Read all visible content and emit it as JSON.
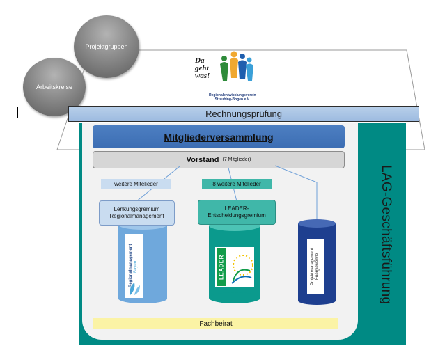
{
  "bubbles": {
    "projektgruppen": "Projektgruppen",
    "arbeitskreise": "Arbeitskreise"
  },
  "logo": {
    "slogan": [
      "Da",
      "geht",
      "was!"
    ],
    "org_line1": "Regionalentwicklungsverein",
    "org_line2": "Straubing-Bogen e.V."
  },
  "rechnungspruefung": "Rechnungsprüfung",
  "mitgliederversammlung": "Mitgliederversammlung",
  "vorstand": {
    "label": "Vorstand",
    "detail": "(7 Mitglieder)"
  },
  "lag_label": "LAG-Geschäftsführung",
  "tags": {
    "weitere": "weitere Mitelieder",
    "acht_weitere": "8 weitere Mitelieder"
  },
  "gremien": {
    "lenkung": [
      "Lenkungsgremium",
      "Regionalmanagement"
    ],
    "leader": [
      "LEADER-",
      "Entscheidungsgremium"
    ]
  },
  "cylinder_labels": {
    "regionalmanagement": [
      "Regionalmanagement",
      "Bayern"
    ],
    "leader_logo": "LEADER",
    "projektmanagement": [
      "Projektmanagement",
      "Energiewende"
    ]
  },
  "fachbeirat": "Fachbeirat",
  "colors": {
    "lag_teal": "#008a84",
    "mitglieder_blue": "#3c6db3",
    "rechnung_blue": "#9dbbe0",
    "fachbeirat_yellow": "#fbf3a5",
    "leader_green": "#129c4a"
  }
}
